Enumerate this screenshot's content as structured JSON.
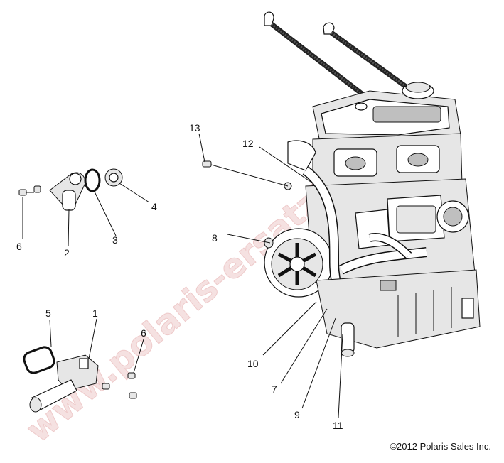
{
  "callouts": [
    {
      "id": "1",
      "text": "1"
    },
    {
      "id": "2",
      "text": "2"
    },
    {
      "id": "3",
      "text": "3"
    },
    {
      "id": "4",
      "text": "4"
    },
    {
      "id": "5",
      "text": "5"
    },
    {
      "id": "6a",
      "text": "6"
    },
    {
      "id": "6b",
      "text": "6"
    },
    {
      "id": "7",
      "text": "7"
    },
    {
      "id": "8",
      "text": "8"
    },
    {
      "id": "9",
      "text": "9"
    },
    {
      "id": "10",
      "text": "10"
    },
    {
      "id": "11",
      "text": "11"
    },
    {
      "id": "12",
      "text": "12"
    },
    {
      "id": "13",
      "text": "13"
    }
  ],
  "copyright": "©2012 Polaris Sales Inc.",
  "watermark": "www.polaris-ersatzteile.de"
}
